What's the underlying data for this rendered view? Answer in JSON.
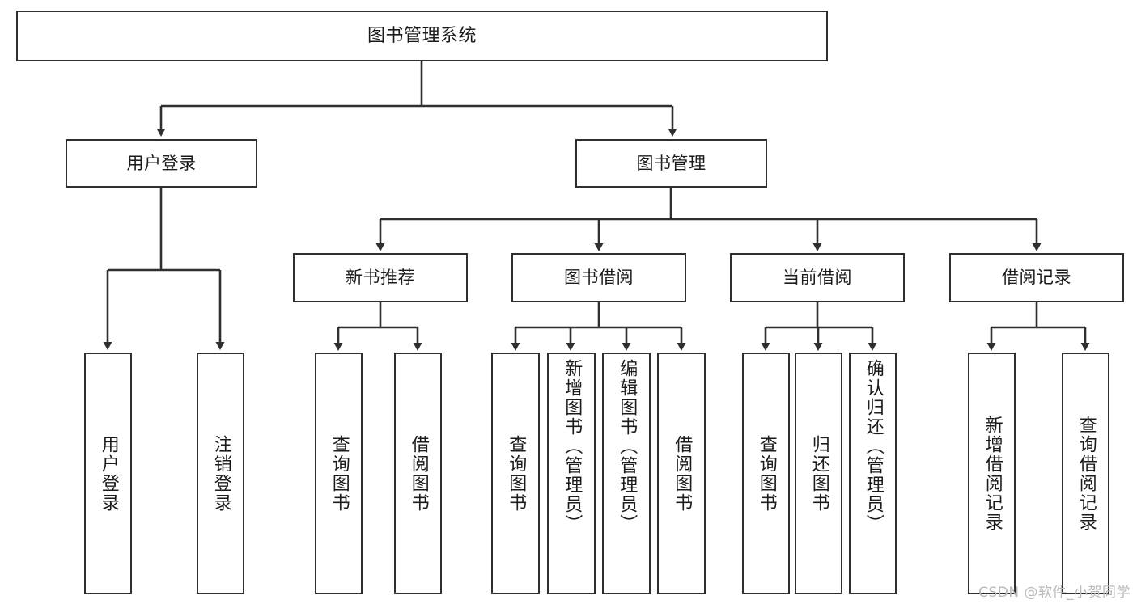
{
  "diagram": {
    "title": "图书管理系统",
    "type": "hierarchy-tree",
    "watermark": "CSDN @软件_小贺同学",
    "colors": {
      "stroke": "#2f2f2f",
      "fill": "#ffffff",
      "text": "#1b1b1b",
      "watermark": "#b9b9b9"
    },
    "root": {
      "label": "图书管理系统"
    },
    "level2": [
      {
        "label": "用户登录"
      },
      {
        "label": "图书管理"
      }
    ],
    "level3": [
      {
        "label": "新书推荐"
      },
      {
        "label": "图书借阅"
      },
      {
        "label": "当前借阅"
      },
      {
        "label": "借阅记录"
      }
    ],
    "leaves": {
      "user_login": [
        {
          "label": "用户登录"
        },
        {
          "label": "注销登录"
        }
      ],
      "new_book": [
        {
          "label": "查询图书"
        },
        {
          "label": "借阅图书"
        }
      ],
      "borrow_book": [
        {
          "label": "查询图书"
        },
        {
          "label": "新增图书（管理员）"
        },
        {
          "label": "编辑图书（管理员）"
        },
        {
          "label": "借阅图书"
        }
      ],
      "current_borrow": [
        {
          "label": "查询图书"
        },
        {
          "label": "归还图书"
        },
        {
          "label": "确认归还（管理员）"
        }
      ],
      "borrow_record": [
        {
          "label": "新增借阅记录"
        },
        {
          "label": "查询借阅记录"
        }
      ]
    }
  }
}
